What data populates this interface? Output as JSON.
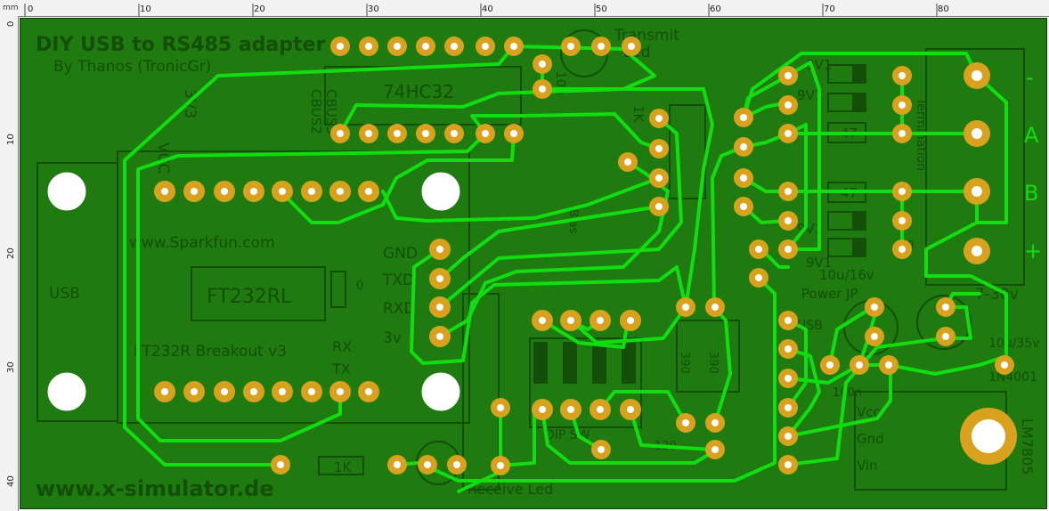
{
  "ruler": {
    "unit": "mm",
    "top_ticks": [
      "0",
      "10",
      "20",
      "30",
      "40",
      "50",
      "60",
      "70",
      "80"
    ],
    "left_ticks": [
      "0",
      "10",
      "20",
      "30",
      "40"
    ]
  },
  "silkscreen": {
    "title": "DIY USB to RS485 adapter",
    "author": "By Thanos (TronicGr)",
    "website": "www.x-simulator.de",
    "sparkfun": "www.Sparkfun.com",
    "breakout": "FT232R Breakout v3",
    "chip_ft": "FT232RL",
    "chip_hc": "74HC32",
    "usb": "USB",
    "cbus3": "CBUS3",
    "cbus2": "CBUS2",
    "vcc": "VCC",
    "v33": "3V3",
    "gnd": "GND",
    "txd": "TXD",
    "rxd": "RXD",
    "rx": "RX",
    "tx": "TX",
    "c3v": "3v",
    "zero": "0",
    "transmit": "Transmit",
    "led": "Led",
    "receive": "Receive Led",
    "r_1k_top": "1K",
    "r_1k_bottom": "1K",
    "r_47_a": "47",
    "r_47_b": "47",
    "r_10u": "10u",
    "terminal_minus": "-",
    "terminal_a": "A",
    "terminal_b": "B",
    "terminal_plus": "+",
    "power_jp": "Power JP",
    "cap": "10u/16v",
    "v7_30": "7-30v",
    "v10u35": "10u/35v",
    "diode": "1N4001",
    "lm": "LM7805",
    "vcc2": "Vcc",
    "gnd2": "Gnd",
    "vin": "Vin",
    "dip": "DIP SW",
    "r390a": "390",
    "r390b": "390",
    "r120": "120",
    "v9_1": "9V1",
    "v9_2": "9V1",
    "v9_3": "9V1",
    "v9_4": "9V1",
    "usb5": "USB",
    "term": "Termination",
    "bias": "Bias",
    "n100": "100n",
    "ten": "10"
  },
  "colors": {
    "board": "#1f7a10",
    "board_dark": "#176408",
    "trace": "#11dd11",
    "pad": "#d8a21e",
    "silk": "#134f08",
    "hole": "#ffffff"
  }
}
